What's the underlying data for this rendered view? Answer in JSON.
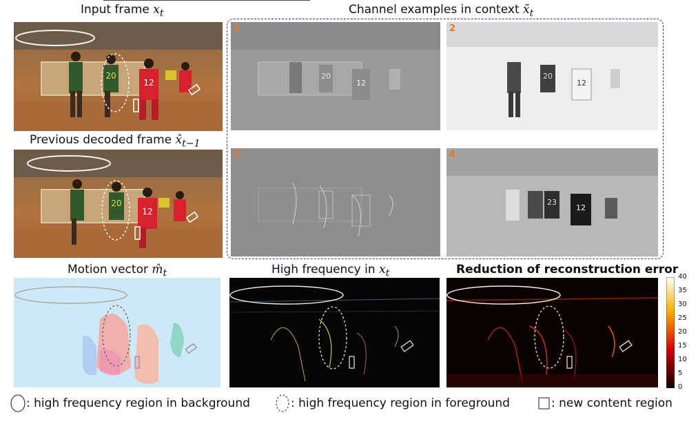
{
  "titles": {
    "input_frame": "Input frame",
    "input_frame_math": "x",
    "input_frame_sub": "t",
    "channel_examples": "Channel examples in context",
    "channel_examples_math": "x̄",
    "channel_examples_sub": "t",
    "prev_decoded": "Previous decoded frame",
    "prev_decoded_math": "x̂",
    "prev_decoded_sub": "t−1",
    "motion_vector": "Motion vector",
    "motion_vector_math": "m̂",
    "motion_vector_sub": "t",
    "high_freq": "High frequency in",
    "high_freq_math": "x",
    "high_freq_sub": "t",
    "reduction": "Reduction of reconstruction error"
  },
  "channel_labels": [
    "1",
    "2",
    "3",
    "4"
  ],
  "colorbar": {
    "ticks": [
      "40",
      "35",
      "30",
      "25",
      "20",
      "15",
      "10",
      "5",
      "0"
    ],
    "colormap": "hot"
  },
  "legend": {
    "solid_ellipse": ": high frequency region in background",
    "dashed_ellipse": ": high frequency region in foreground",
    "rectangle": ": new content region"
  },
  "colors": {
    "dashed_box": "#2b3d6b",
    "channel_label": "#e07a2a",
    "jersey_red": "#d8202e",
    "jersey_green": "#2f5a2a"
  }
}
